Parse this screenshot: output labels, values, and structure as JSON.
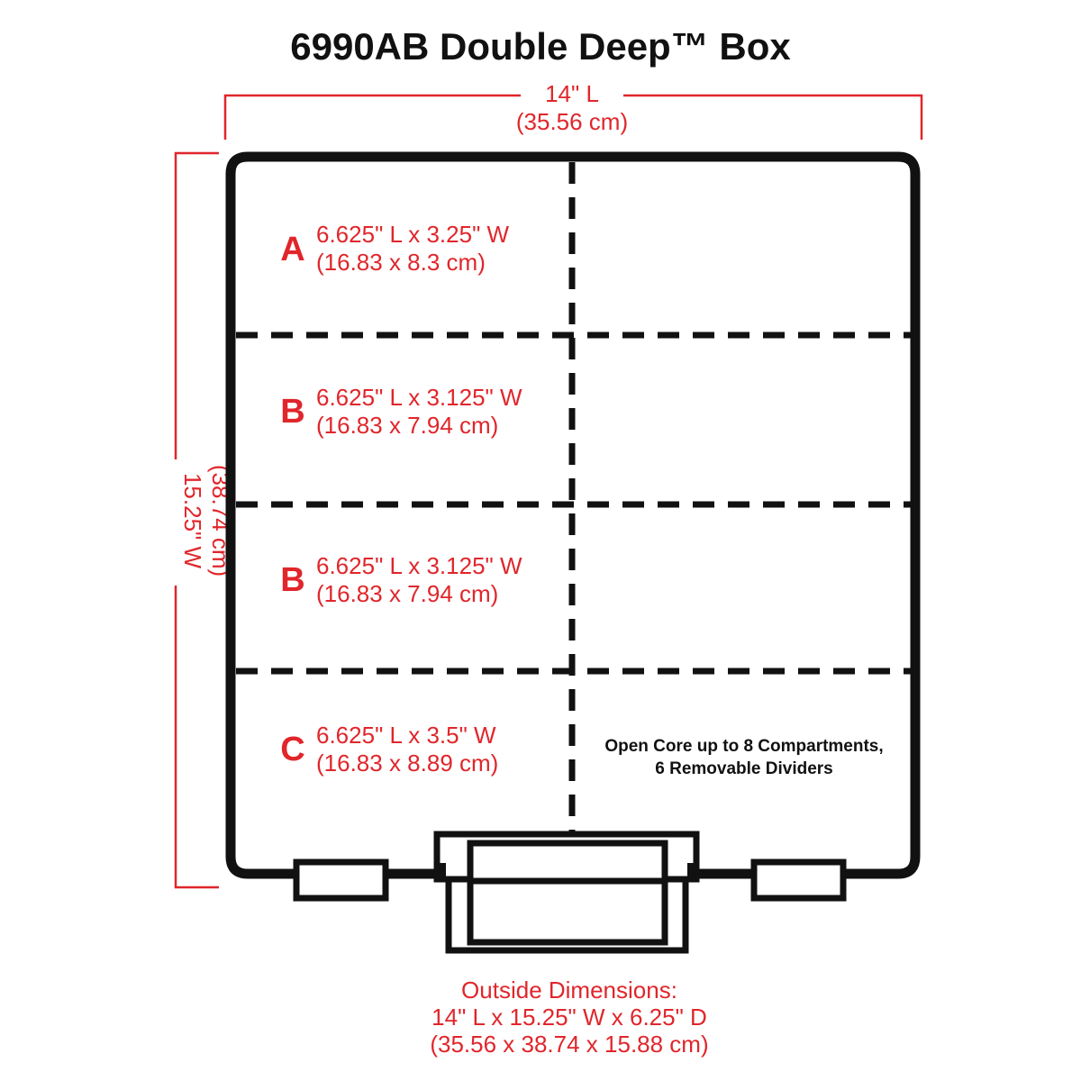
{
  "title": "6990AB Double Deep™ Box",
  "length_label": {
    "inches": "14\" L",
    "cm": "(35.56 cm)"
  },
  "width_label": {
    "inches": "15.25\" W",
    "cm": "(38.74 cm)"
  },
  "compartments": [
    {
      "letter": "A",
      "dims_in": "6.625\" L x 3.25\" W",
      "dims_cm": "(16.83 x 8.3 cm)"
    },
    {
      "letter": "B",
      "dims_in": "6.625\" L x 3.125\" W",
      "dims_cm": "(16.83 x 7.94 cm)"
    },
    {
      "letter": "B",
      "dims_in": "6.625\" L x 3.125\" W",
      "dims_cm": "(16.83 x 7.94 cm)"
    },
    {
      "letter": "C",
      "dims_in": "6.625\" L x 3.5\" W",
      "dims_cm": "(16.83 x 8.89 cm)"
    }
  ],
  "note": {
    "line1": "Open Core up to 8 Compartments,",
    "line2": "6 Removable Dividers"
  },
  "outside": {
    "heading": "Outside Dimensions:",
    "inches": "14\" L x 15.25\" W x 6.25\" D",
    "cm": "(35.56 x 38.74 x 15.88 cm)"
  },
  "colors": {
    "accent": "#e0262b",
    "outline": "#111111",
    "background": "#ffffff"
  }
}
